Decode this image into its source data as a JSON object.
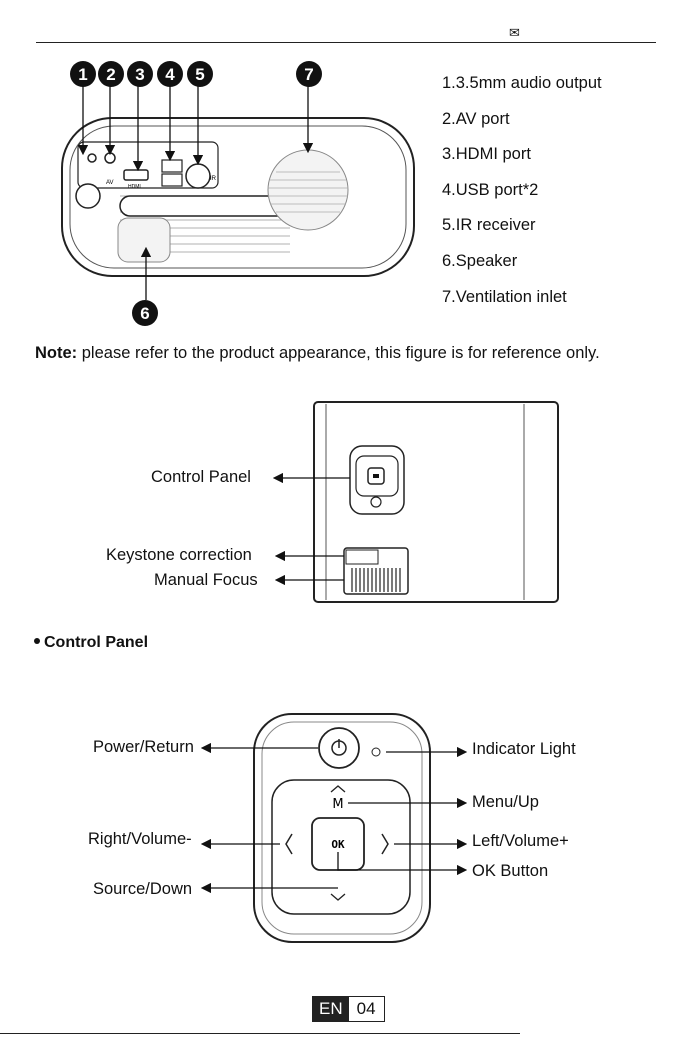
{
  "header": {
    "icon": "envelope-icon"
  },
  "ports_figure": {
    "markers": [
      "1",
      "2",
      "3",
      "4",
      "5",
      "7",
      "6"
    ],
    "tiny_labels": {
      "av": "AV",
      "hdmi": "HDMI",
      "ir": "IR"
    }
  },
  "legend": [
    "1.3.5mm audio output",
    "2.AV port",
    "3.HDMI port",
    "4.USB port*2",
    "5.IR receiver",
    "6.Speaker",
    "7.Ventilation inlet"
  ],
  "note": {
    "prefix": "Note:",
    "text": " please refer to the product appearance, this figure is for reference only."
  },
  "side_figure": {
    "labels": {
      "control_panel": "Control Panel",
      "keystone": "Keystone correction",
      "focus": "Manual Focus"
    }
  },
  "section_title": "Control Panel",
  "control_panel": {
    "ok": "OK",
    "menu_glyph": "M",
    "labels": {
      "power": "Power/Return",
      "right_vol": "Right/Volume-",
      "source": "Source/Down",
      "indicator": "Indicator Light",
      "menu_up": "Menu/Up",
      "left_vol": "Left/Volume+",
      "ok_button": "OK Button"
    }
  },
  "footer": {
    "lang": "EN",
    "page": "04"
  }
}
